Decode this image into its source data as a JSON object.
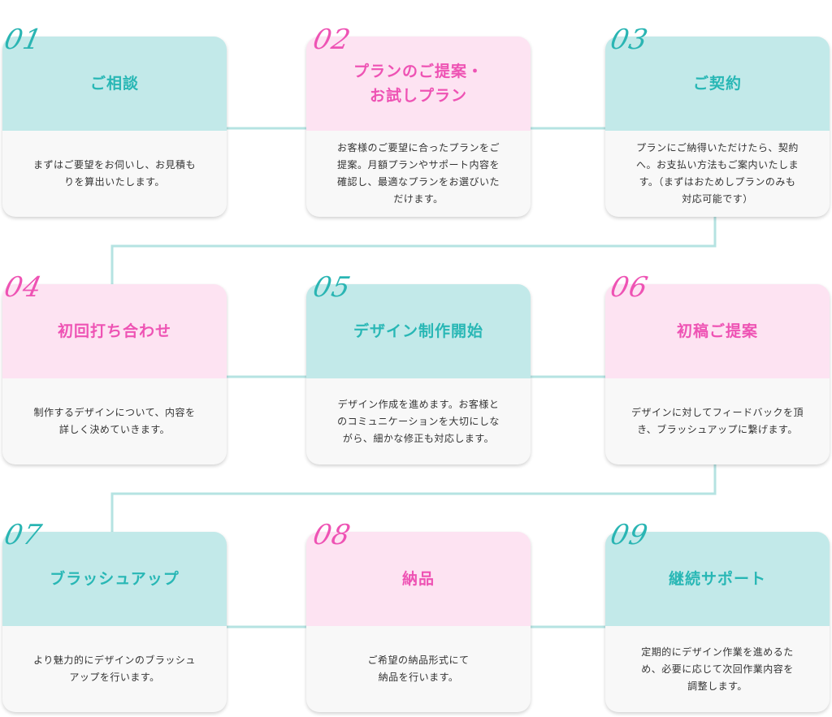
{
  "colors": {
    "teal_header": "#c2e9e9",
    "pink_header": "#fde3f2",
    "teal_text": "#28b7b5",
    "pink_text": "#ee53b4",
    "body_bg": "#f8f8f8",
    "connector": "#b5e3e2"
  },
  "steps": [
    {
      "number": "01",
      "theme": "teal",
      "title": "ご相談",
      "description": "まずはご要望をお伺いし、お見積も\nりを算出いたします。"
    },
    {
      "number": "02",
      "theme": "pink",
      "title": "プランのご提案・\nお試しプラン",
      "description": "お客様のご要望に合ったプランをご\n提案。月額プランやサポート内容を\n確認し、最適なプランをお選びいた\nだけます。"
    },
    {
      "number": "03",
      "theme": "teal",
      "title": "ご契約",
      "description": "プランにご納得いただけたら、契約\nへ。お支払い方法もご案内いたしま\nす。（まずはおためしプランのみも\n対応可能です）"
    },
    {
      "number": "04",
      "theme": "pink",
      "title": "初回打ち合わせ",
      "description": "制作するデザインについて、内容を\n詳しく決めていきます。"
    },
    {
      "number": "05",
      "theme": "teal",
      "title": "デザイン制作開始",
      "description": "デザイン作成を進めます。お客様と\nのコミュニケーションを大切にしな\nがら、細かな修正も対応します。"
    },
    {
      "number": "06",
      "theme": "pink",
      "title": "初稿ご提案",
      "description": "デザインに対してフィードバックを頂\nき、ブラッシュアップに繋げます。"
    },
    {
      "number": "07",
      "theme": "teal",
      "title": "ブラッシュアップ",
      "description": "より魅力的にデザインのブラッシュ\nアップを行います。"
    },
    {
      "number": "08",
      "theme": "pink",
      "title": "納品",
      "description": "ご希望の納品形式にて\n納品を行います。"
    },
    {
      "number": "09",
      "theme": "teal",
      "title": "継続サポート",
      "description": "定期的にデザイン作業を進めるた\nめ、必要に応じて次回作業内容を\n調整します。"
    }
  ]
}
